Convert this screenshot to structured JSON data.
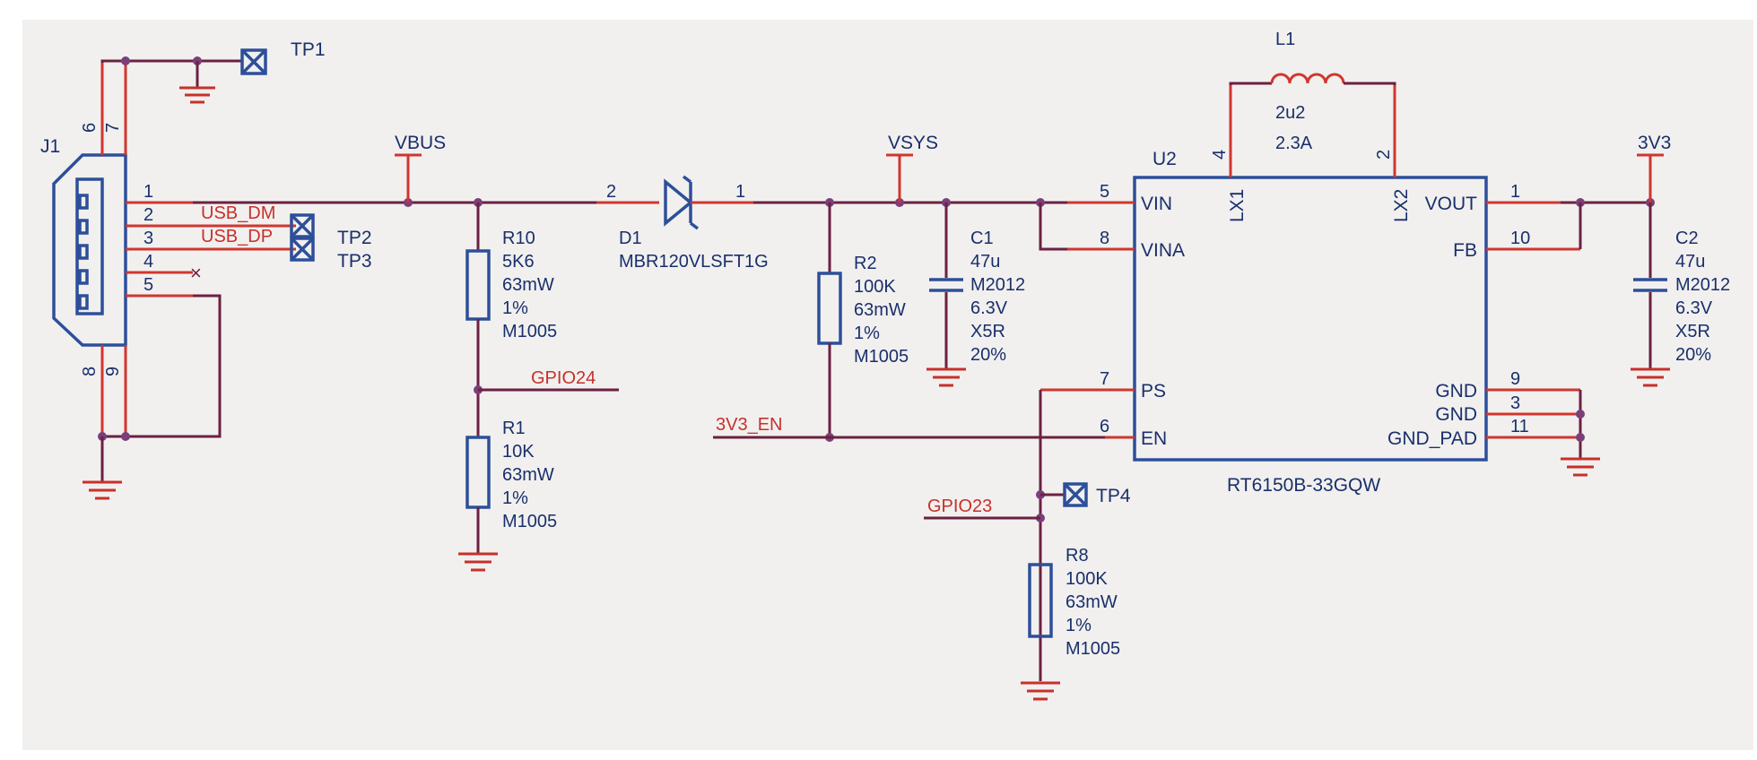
{
  "connectors": {
    "J1": {
      "ref": "J1",
      "pins": [
        "1",
        "2",
        "3",
        "4",
        "5",
        "6",
        "7",
        "8",
        "9"
      ]
    }
  },
  "testpoints": {
    "TP1": "TP1",
    "TP2": "TP2",
    "TP3": "TP3",
    "TP4": "TP4"
  },
  "power_labels": {
    "vbus": "VBUS",
    "vsys": "VSYS",
    "v3v3": "3V3"
  },
  "nets": {
    "usb_dm": "USB_DM",
    "usb_dp": "USB_DP",
    "gpio24": "GPIO24",
    "gpio23": "GPIO23",
    "en3v3": "3V3_EN"
  },
  "parts": {
    "R10": {
      "ref": "R10",
      "value": "5K6",
      "power": "63mW",
      "tol": "1%",
      "pkg": "M1005"
    },
    "R1": {
      "ref": "R1",
      "value": "10K",
      "power": "63mW",
      "tol": "1%",
      "pkg": "M1005"
    },
    "R2": {
      "ref": "R2",
      "value": "100K",
      "power": "63mW",
      "tol": "1%",
      "pkg": "M1005"
    },
    "R8": {
      "ref": "R8",
      "value": "100K",
      "power": "63mW",
      "tol": "1%",
      "pkg": "M1005"
    },
    "C1": {
      "ref": "C1",
      "value": "47u",
      "pkg": "M2012",
      "volt": "6.3V",
      "diel": "X5R",
      "tol": "20%"
    },
    "C2": {
      "ref": "C2",
      "value": "47u",
      "pkg": "M2012",
      "volt": "6.3V",
      "diel": "X5R",
      "tol": "20%"
    },
    "D1": {
      "ref": "D1",
      "value": "MBR120VLSFT1G",
      "pin_a": "2",
      "pin_k": "1"
    },
    "L1": {
      "ref": "L1",
      "value": "2u2",
      "current": "2.3A",
      "pin_a": "4",
      "pin_b": "2"
    }
  },
  "ic": {
    "ref": "U2",
    "name": "RT6150B-33GQW",
    "pins": {
      "vin": {
        "name": "VIN",
        "num": "5"
      },
      "vina": {
        "name": "VINA",
        "num": "8"
      },
      "ps": {
        "name": "PS",
        "num": "7"
      },
      "en": {
        "name": "EN",
        "num": "6"
      },
      "lx1": {
        "name": "LX1",
        "num": "4"
      },
      "lx2": {
        "name": "LX2",
        "num": "2"
      },
      "vout": {
        "name": "VOUT",
        "num": "1"
      },
      "fb": {
        "name": "FB",
        "num": "10"
      },
      "gnd1": {
        "name": "GND",
        "num": "9"
      },
      "gnd2": {
        "name": "GND",
        "num": "3"
      },
      "gndpad": {
        "name": "GND_PAD",
        "num": "11"
      }
    }
  },
  "no_connect_mark": "×",
  "colors": {
    "wire": "#6b2140",
    "pin": "#d0362f",
    "symbol": "#2d4f9a",
    "net_label": "#c8302a",
    "text": "#1a2f6b",
    "junction": "#7a3f7a",
    "sheet": "#f1f0ef"
  }
}
